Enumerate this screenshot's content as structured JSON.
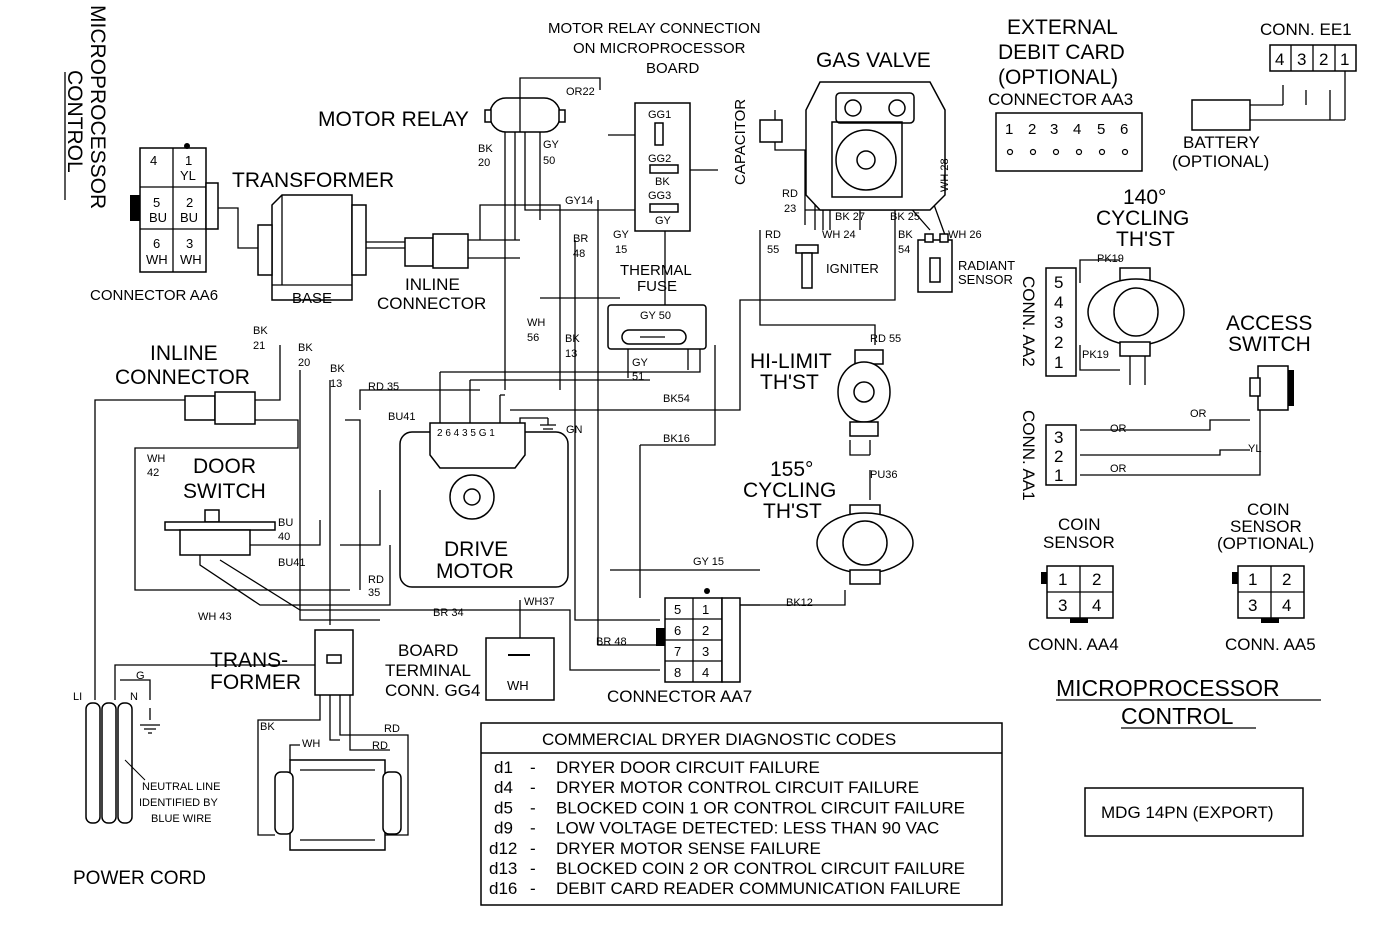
{
  "titles": {
    "micro_vertical_1": "MICROPROCESSOR",
    "micro_vertical_2": "CONTROL",
    "micro_bottom_1": "MICROPROCESSOR",
    "micro_bottom_2": "CONTROL",
    "model": "MDG 14PN (EXPORT)"
  },
  "components": {
    "transformer_top": "TRANSFORMER",
    "base": "BASE",
    "inline_connector_1a": "INLINE",
    "inline_connector_1b": "CONNECTOR",
    "inline_connector_2a": "INLINE",
    "inline_connector_2b": "CONNECTOR",
    "motor_relay": "MOTOR RELAY",
    "motor_relay_conn_1": "MOTOR RELAY CONNECTION",
    "motor_relay_conn_2": "ON MICROPROCESSOR",
    "motor_relay_conn_3": "BOARD",
    "gas_valve": "GAS VALVE",
    "capacitor": "CAPACITOR",
    "igniter": "IGNITER",
    "radiant_sensor_1": "RADIANT",
    "radiant_sensor_2": "SENSOR",
    "thermal_fuse_1": "THERMAL",
    "thermal_fuse_2": "FUSE",
    "hi_limit_1": "HI-LIMIT",
    "hi_limit_2": "TH'ST",
    "cyc155_1": "155°",
    "cyc155_2": "CYCLING",
    "cyc155_3": "TH'ST",
    "cyc140_1": "140°",
    "cyc140_2": "CYCLING",
    "cyc140_3": "TH'ST",
    "drive_motor_1": "DRIVE",
    "drive_motor_2": "MOTOR",
    "door_switch_1": "DOOR",
    "door_switch_2": "SWITCH",
    "trans_former_1": "TRANS-",
    "trans_former_2": "FORMER",
    "board_terminal_1": "BOARD",
    "board_terminal_2": "TERMINAL",
    "board_terminal_3": "CONN. GG4",
    "power_cord": "POWER CORD",
    "neutral_1": "NEUTRAL LINE",
    "neutral_2": "IDENTIFIED BY",
    "neutral_3": "BLUE WIRE",
    "ext_debit_1": "EXTERNAL",
    "ext_debit_2": "DEBIT CARD",
    "ext_debit_3": "(OPTIONAL)",
    "conn_aa3": "CONNECTOR AA3",
    "conn_ee1": "CONN. EE1",
    "battery_1": "BATTERY",
    "battery_2": "(OPTIONAL)",
    "access_switch_1": "ACCESS",
    "access_switch_2": "SWITCH",
    "coin_sensor_1a": "COIN",
    "coin_sensor_1b": "SENSOR",
    "coin_sensor_2a": "COIN",
    "coin_sensor_2b": "SENSOR",
    "coin_sensor_2c": "(OPTIONAL)",
    "conn_aa4": "CONN. AA4",
    "conn_aa5": "CONN. AA5",
    "conn_aa6": "CONNECTOR AA6",
    "conn_aa7": "CONNECTOR AA7",
    "conn_aa2": "CONN. AA2",
    "conn_aa1": "CONN. AA1"
  },
  "connectors": {
    "aa6": [
      "4",
      "1",
      "YL",
      "5",
      "BU",
      "2",
      "BU",
      "6",
      "WH",
      "3",
      "WH"
    ],
    "aa3_pins": [
      "1",
      "2",
      "3",
      "4",
      "5",
      "6"
    ],
    "ee1_pins": [
      "4",
      "3",
      "2",
      "1"
    ],
    "aa2_pins": [
      "5",
      "4",
      "3",
      "2",
      "1"
    ],
    "aa1_pins": [
      "3",
      "2",
      "1"
    ],
    "aa7_pins": [
      "5",
      "1",
      "6",
      "2",
      "7",
      "3",
      "8",
      "4"
    ],
    "aa4_pins": [
      "1",
      "2",
      "3",
      "4"
    ],
    "aa5_pins": [
      "1",
      "2",
      "3",
      "4"
    ],
    "motor_pins": "2 6 4 3   5 G 1",
    "gg1": "GG1",
    "gg2": "GG2",
    "gg3": "GG3",
    "gg_bk": "BK",
    "gg_gy": "GY",
    "gg4_wh": "WH"
  },
  "wire_labels": {
    "or22": "OR22",
    "bk20a": "BK",
    "bk20b": "20",
    "gy50a": "GY",
    "gy50b": "50",
    "gy14": "GY14",
    "gy15a": "GY",
    "gy15b": "15",
    "br48a": "BR",
    "br48b": "48",
    "rd23a": "RD",
    "rd23b": "23",
    "bk27": "BK 27",
    "bk25": "BK 25",
    "wh28": "WH 28",
    "rd55a": "RD",
    "rd55b": "55",
    "wh24": "WH 24",
    "bk54a": "BK",
    "bk54b": "54",
    "wh26": "WH 26",
    "gy50_fuse": "GY 50",
    "gy51a": "GY",
    "gy51b": "51",
    "rd55_hl": "RD 55",
    "bk21a": "BK",
    "bk21b": "21",
    "bk20c": "BK",
    "bk20d": "20",
    "bk13a": "BK",
    "bk13b": "13",
    "wh56a": "WH",
    "wh56b": "56",
    "bk13c": "BK",
    "bk13d": "13",
    "rd35": "RD 35",
    "bu41": "BU41",
    "gn": "GN",
    "bk54": "BK54",
    "bk16": "BK16",
    "wh42a": "WH",
    "wh42b": "42",
    "bu40a": "BU",
    "bu40b": "40",
    "bu41b": "BU41",
    "rd35a": "RD",
    "rd35b": "35",
    "wh43": "WH 43",
    "br34": "BR 34",
    "wh37": "WH37",
    "gy15": "GY 15",
    "bk12": "BK12",
    "br48": "BR 48",
    "pu36": "PU36",
    "pk19a": "PK19",
    "pk19b": "PK19",
    "or_a": "OR",
    "or_b": "OR",
    "or_c": "OR",
    "yl": "YL",
    "bk_t": "BK",
    "wh_t": "WH",
    "rd_t1": "RD",
    "rd_t2": "RD",
    "li": "LI",
    "n": "N",
    "g": "G"
  },
  "diagnostic_codes": {
    "title": "COMMERCIAL DRYER DIAGNOSTIC CODES",
    "rows": [
      {
        "code": "d1",
        "dash": "-",
        "desc": "DRYER DOOR CIRCUIT FAILURE"
      },
      {
        "code": "d4",
        "dash": "-",
        "desc": "DRYER MOTOR CONTROL CIRCUIT FAILURE"
      },
      {
        "code": "d5",
        "dash": "-",
        "desc": "BLOCKED COIN 1 OR CONTROL CIRCUIT FAILURE"
      },
      {
        "code": "d9",
        "dash": "-",
        "desc": "LOW VOLTAGE DETECTED: LESS THAN 90 VAC"
      },
      {
        "code": "d12",
        "dash": "-",
        "desc": "DRYER MOTOR SENSE FAILURE"
      },
      {
        "code": "d13",
        "dash": "-",
        "desc": "BLOCKED COIN 2 OR CONTROL CIRCUIT FAILURE"
      },
      {
        "code": "d16",
        "dash": "-",
        "desc": "DEBIT CARD READER COMMUNICATION FAILURE"
      }
    ]
  }
}
